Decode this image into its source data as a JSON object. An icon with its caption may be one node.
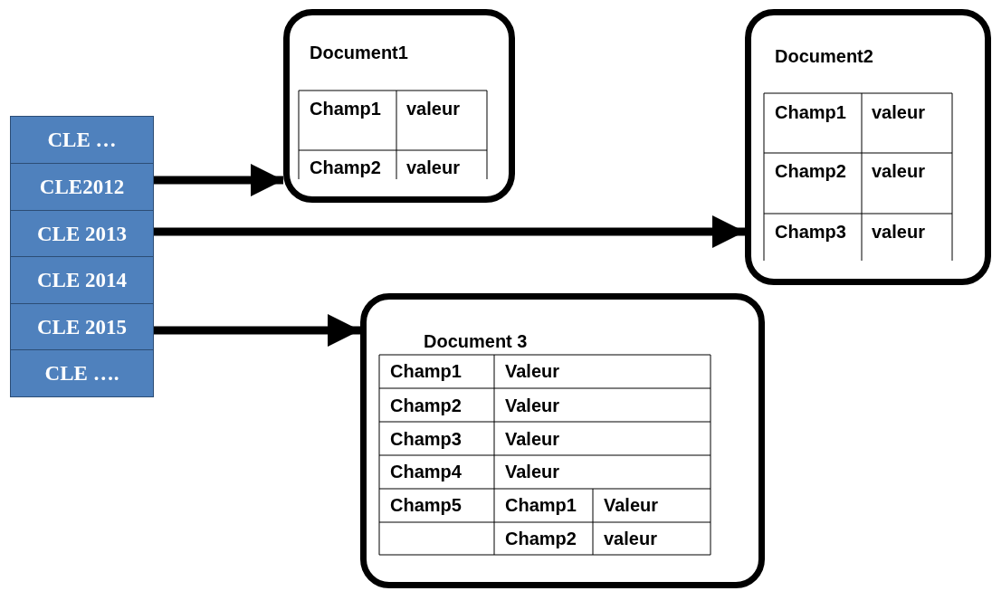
{
  "diagram": {
    "nodes": [
      {
        "text": [
          "CLE …"
        ]
      },
      {
        "text": [
          "CLE2012"
        ]
      },
      {
        "text": [
          "CLE 2013"
        ]
      },
      {
        "text": [
          "CLE 2014"
        ]
      },
      {
        "text": [
          "CLE 2015"
        ]
      },
      {
        "text": [
          "CLE …."
        ]
      },
      {
        "text": [
          "Document1"
        ]
      },
      {
        "text": [
          "Document2"
        ]
      },
      {
        "text": [
          "Document 3"
        ]
      }
    ],
    "edges": [
      {
        "from": 1,
        "to": 6,
        "arrow": "to"
      },
      {
        "from": 2,
        "to": 7,
        "arrow": "to"
      },
      {
        "from": 4,
        "to": 8,
        "arrow": "to"
      }
    ],
    "labels": [
      "Champ1",
      "valeur",
      "Champ2",
      "valeur",
      "Champ1",
      "valeur",
      "Champ2",
      "valeur",
      "Champ3",
      "valeur",
      "Champ1",
      "Valeur",
      "Champ2",
      "Valeur",
      "Champ3",
      "Valeur",
      "Champ4",
      "Valeur",
      "Champ5",
      "Champ1",
      "Valeur",
      "Champ2",
      "valeur"
    ]
  }
}
